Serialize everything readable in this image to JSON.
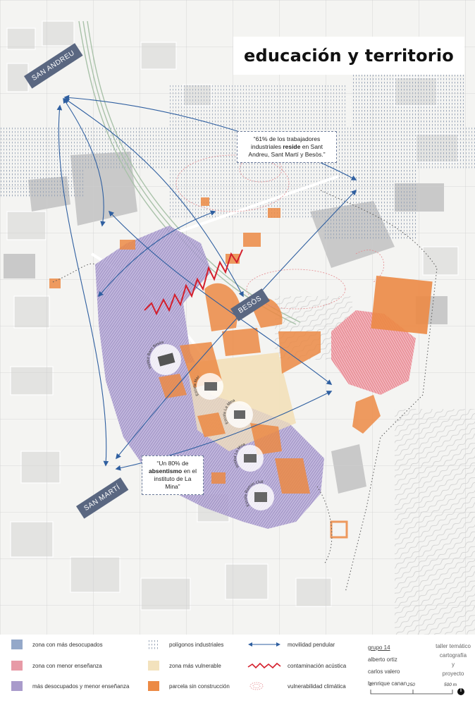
{
  "title": "educación y territorio",
  "places": {
    "san_andreu": "SAN ANDREU",
    "besos": "BESÒS",
    "san_marti": "SAN MARTÍ"
  },
  "callouts": {
    "workers_pre": "“61% de los trabajadores industriales ",
    "workers_bold": "reside",
    "workers_post": " en Sant Andreu, Sant Martí y Besòs.”",
    "absent_pre": "“Un 80% de ",
    "absent_bold": "absentismo",
    "absent_post": " en el instituto de La Mina”"
  },
  "school_labels": [
    "Institut Barri Besòs",
    "Escola Mar",
    "Escola La Mina",
    "Institut La Mina",
    "Escola Ramon Llull"
  ],
  "legend": {
    "col1": [
      {
        "label": "zona con más desocupados",
        "color": "#94a8c9"
      },
      {
        "label": "zona con menor enseñanza",
        "color": "#e79aa6"
      },
      {
        "label": "más desocupados y menor enseñanza",
        "color": "#a99bcb"
      }
    ],
    "col2": [
      {
        "label": "polígonos industriales",
        "pattern": "dots"
      },
      {
        "label": "zona más vulnerable",
        "color": "#f3e2bd"
      },
      {
        "label": "parcela sin construcción",
        "color": "#ec8a45"
      }
    ],
    "col3": [
      {
        "label": "movilidad pendular",
        "icon": "double-arrow"
      },
      {
        "label": "contaminación acústica",
        "icon": "zigzag-line"
      },
      {
        "label": "vulnerabilidad climática",
        "icon": "dashed-ellipse"
      }
    ]
  },
  "credits": {
    "group": "grupo 14",
    "members": [
      "alberto ortiz",
      "carlos valero",
      "henrique canan"
    ]
  },
  "taller": [
    "taller temático",
    "cartografía",
    "y",
    "proyecto"
  ],
  "scale": {
    "ticks": [
      "0",
      "250",
      "500 m"
    ]
  },
  "colors": {
    "accent_place": "#5a6781",
    "arrow": "#2f5fa0",
    "noise": "#d41f2c",
    "orange": "#ec8a45",
    "purple": "#8c7bb8",
    "red_zone": "#e4606f"
  }
}
